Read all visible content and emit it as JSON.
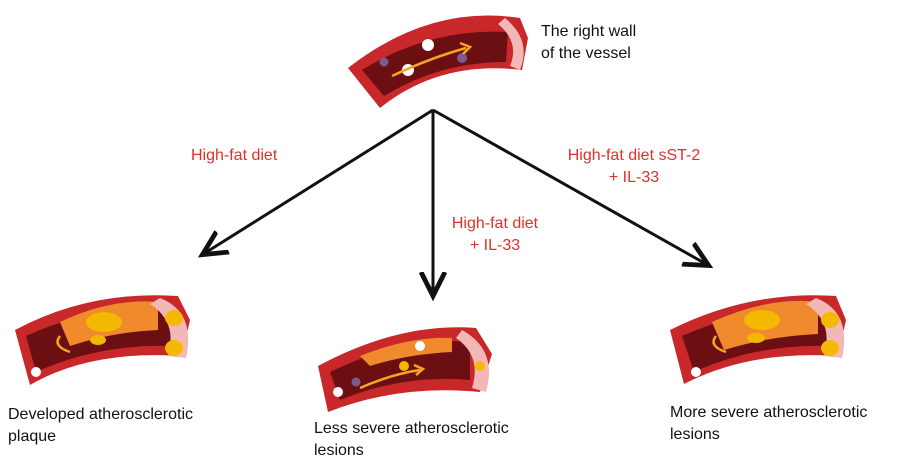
{
  "colors": {
    "vessel_wall": "#c8282a",
    "vessel_lumen": "#6b0f12",
    "plaque_fat": "#f5b800",
    "plaque_cap": "#f08a2c",
    "wall_cross_section": "#f2b8b5",
    "blood_flow_arrow": "#f5a623",
    "label_red": "#e0302a",
    "arrow_black": "#111111"
  },
  "top_vessel": {
    "caption_line1": "The right wall",
    "caption_line2": "of the vessel"
  },
  "branches": [
    {
      "treatment_line1": "High-fat diet",
      "treatment_line2": "",
      "outcome_line1": "Developed atherosclerotic",
      "outcome_line2": "plaque",
      "icon": "vessel-with-large-plaque"
    },
    {
      "treatment_line1": "High-fat diet",
      "treatment_line2": "+ IL-33",
      "outcome_line1": "Less severe atherosclerotic",
      "outcome_line2": "lesions",
      "icon": "vessel-with-small-lesion"
    },
    {
      "treatment_line1": "High-fat diet sST-2",
      "treatment_line2": "+ IL-33",
      "outcome_line1": "More severe atherosclerotic",
      "outcome_line2": "lesions",
      "icon": "vessel-with-severe-plaque"
    }
  ]
}
